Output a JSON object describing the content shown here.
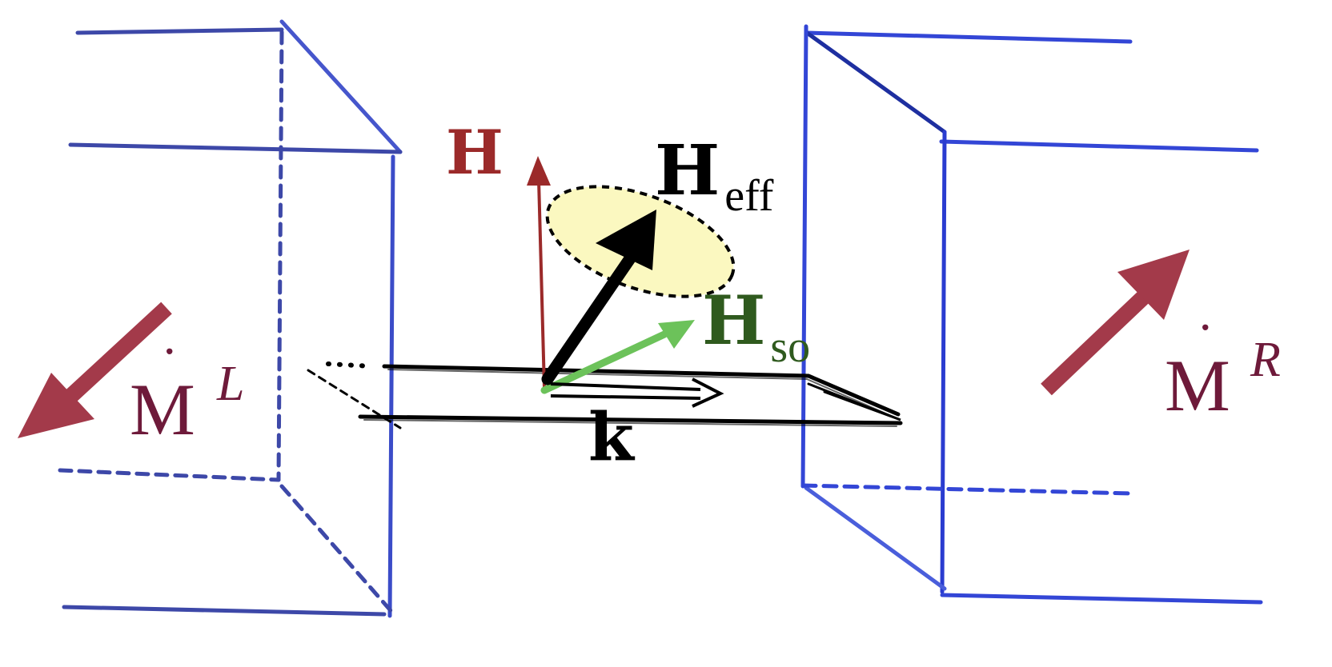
{
  "labels": {
    "H": {
      "main": "H"
    },
    "H_eff": {
      "main": "H",
      "sub": "eff"
    },
    "H_so": {
      "main": "H",
      "sub": "so"
    },
    "k": {
      "main": "k"
    },
    "M_L": {
      "main": "M",
      "dot": "˙",
      "sup": "L"
    },
    "M_R": {
      "main": "M",
      "dot": "˙",
      "sup": "R"
    }
  },
  "colors": {
    "lead_left": "#3d48a8",
    "lead_right": "#3346d6",
    "H": "#9b2a2a",
    "H_eff": "#000000",
    "H_so_arrow": "#6cc25a",
    "H_so_label": "#2f5a1e",
    "k": "#000000",
    "ellipse_fill": "#fbf8c0",
    "magnetization_arrow": "#a33a4a",
    "magnetization_label": "#6e1a3a"
  }
}
